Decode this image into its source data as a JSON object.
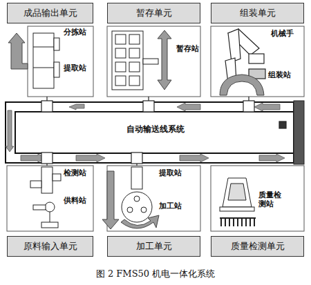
{
  "diagram": {
    "caption": "图 2 FMS50 机电一体化系统",
    "nodes": [
      {
        "text": [
          "成品输出单元"
        ]
      },
      {
        "text": [
          "暂存单元"
        ]
      },
      {
        "text": [
          "组装单元"
        ]
      },
      {
        "text": [
          "自动输送线系统"
        ]
      },
      {
        "text": [
          "原料输入单元"
        ]
      },
      {
        "text": [
          "加工单元"
        ]
      },
      {
        "text": [
          "质量检测单元"
        ]
      }
    ],
    "labels": [
      "分拣站",
      "机械手",
      "暂存站",
      "提取站",
      "组装站",
      "检测站",
      "提取站",
      "供料站",
      "加工站",
      "质量检测站"
    ]
  }
}
